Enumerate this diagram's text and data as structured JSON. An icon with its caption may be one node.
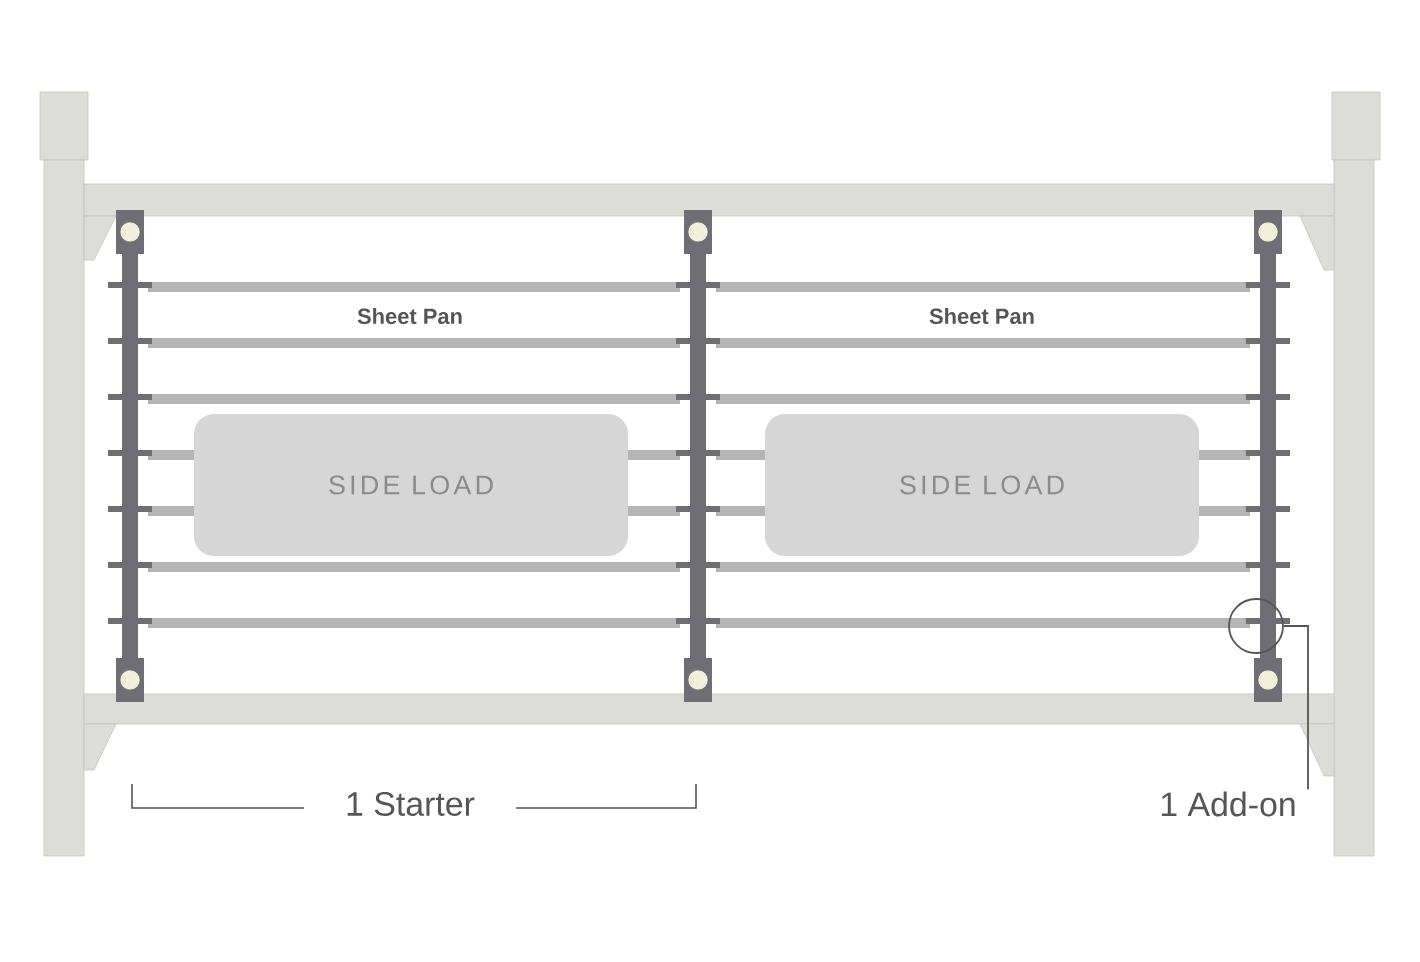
{
  "diagram": {
    "nodes": [
      {
        "text": [
          "SIDE LOAD"
        ]
      },
      {
        "text": [
          "SIDE LOAD"
        ]
      },
      {
        "text": [],
        "shape": "circle"
      },
      {
        "text": [
          "1 Add-on"
        ]
      }
    ],
    "edges": [
      {
        "from": 3,
        "to": 2,
        "arrow": "none"
      }
    ],
    "labels": [
      "Sheet Pan",
      "Sheet Pan",
      "1 Starter"
    ]
  }
}
